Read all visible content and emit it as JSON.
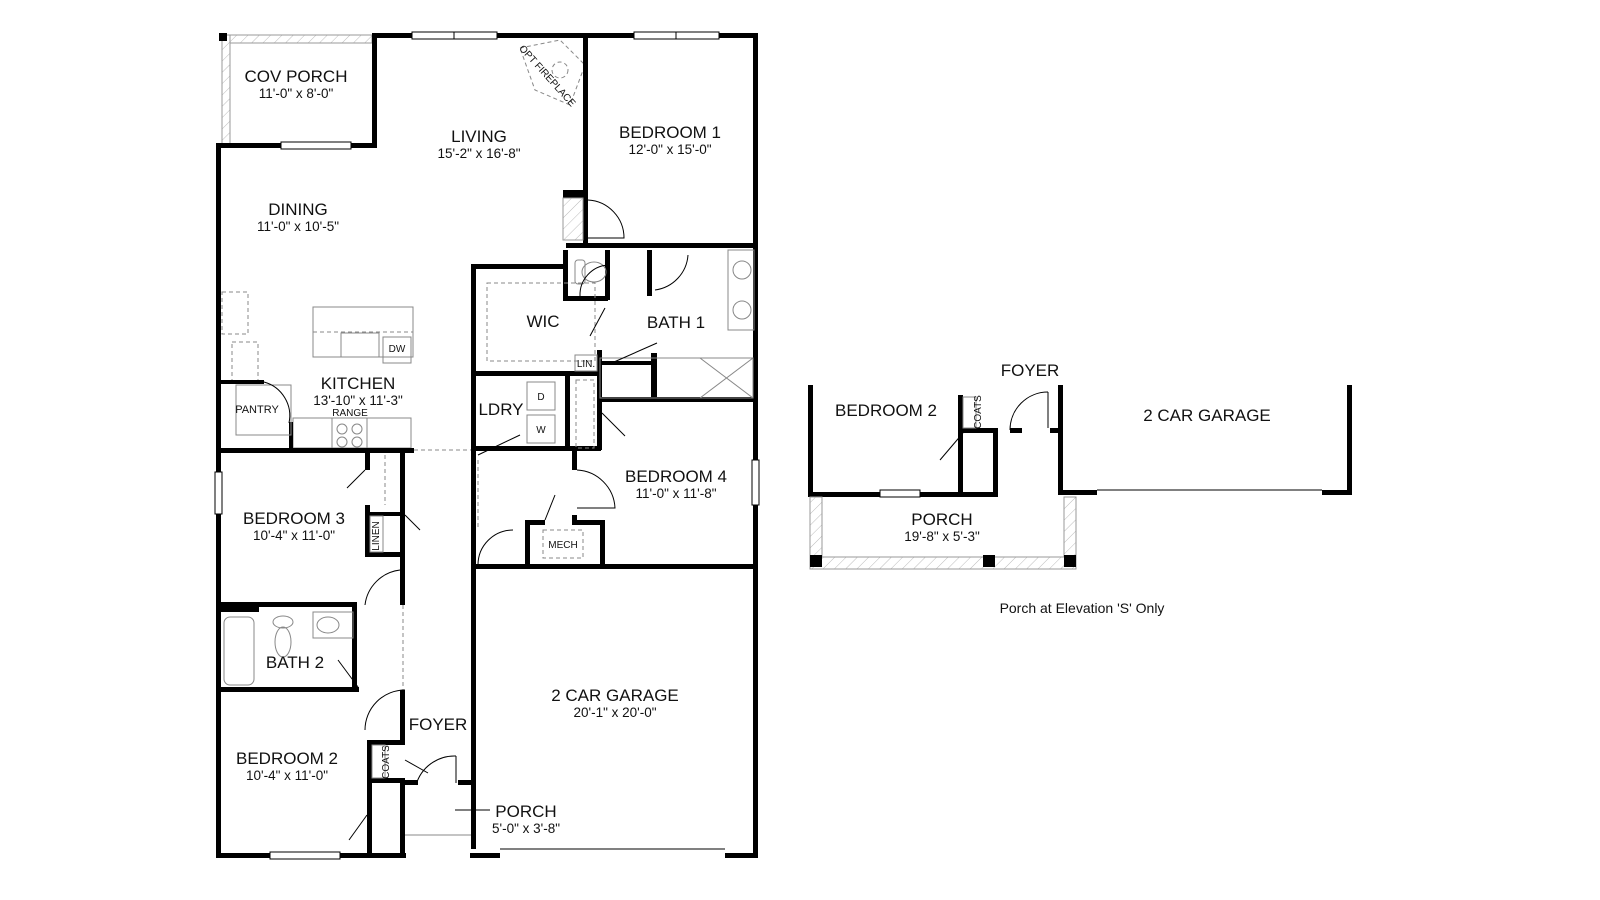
{
  "main_plan": {
    "rooms": [
      {
        "key": "cov_porch",
        "name": "COV PORCH",
        "dims": "11'-0\" x 8'-0\""
      },
      {
        "key": "living",
        "name": "LIVING",
        "dims": "15'-2\" x 16'-8\""
      },
      {
        "key": "bedroom1",
        "name": "BEDROOM 1",
        "dims": "12'-0\" x 15'-0\""
      },
      {
        "key": "dining",
        "name": "DINING",
        "dims": "11'-0\" x 10'-5\""
      },
      {
        "key": "kitchen",
        "name": "KITCHEN",
        "dims": "13'-10\" x 11'-3\""
      },
      {
        "key": "wic",
        "name": "WIC",
        "dims": ""
      },
      {
        "key": "bath1",
        "name": "BATH 1",
        "dims": ""
      },
      {
        "key": "ldry",
        "name": "LDRY",
        "dims": ""
      },
      {
        "key": "bedroom4",
        "name": "BEDROOM 4",
        "dims": "11'-0\" x 11'-8\""
      },
      {
        "key": "bedroom3",
        "name": "BEDROOM 3",
        "dims": "10'-4\" x 11'-0\""
      },
      {
        "key": "bath2",
        "name": "BATH 2",
        "dims": ""
      },
      {
        "key": "garage",
        "name": "2 CAR GARAGE",
        "dims": "20'-1\" x 20'-0\""
      },
      {
        "key": "foyer",
        "name": "FOYER",
        "dims": ""
      },
      {
        "key": "bedroom2",
        "name": "BEDROOM 2",
        "dims": "10'-4\" x 11'-0\""
      },
      {
        "key": "porch",
        "name": "PORCH",
        "dims": "5'-0\" x 3'-8\""
      }
    ],
    "fixtures": {
      "fireplace": "OPT FIREPLACE",
      "pantry": "PANTRY",
      "range": "RANGE",
      "dishwasher": "DW",
      "dryer": "D",
      "washer": "W",
      "linen_bath1": "LIN.",
      "linen_hall": "LINEN",
      "mech": "MECH",
      "coats": "COATS"
    }
  },
  "alt_plan": {
    "rooms": [
      {
        "key": "bedroom2",
        "name": "BEDROOM 2",
        "dims": ""
      },
      {
        "key": "foyer",
        "name": "FOYER",
        "dims": ""
      },
      {
        "key": "garage",
        "name": "2 CAR GARAGE",
        "dims": ""
      },
      {
        "key": "porch",
        "name": "PORCH",
        "dims": "19'-8\" x 5'-3\""
      }
    ],
    "fixtures": {
      "coats": "COATS"
    },
    "note": "Porch at Elevation 'S' Only"
  },
  "colors": {
    "wall": "#000000",
    "line": "#888888",
    "background": "#ffffff"
  }
}
